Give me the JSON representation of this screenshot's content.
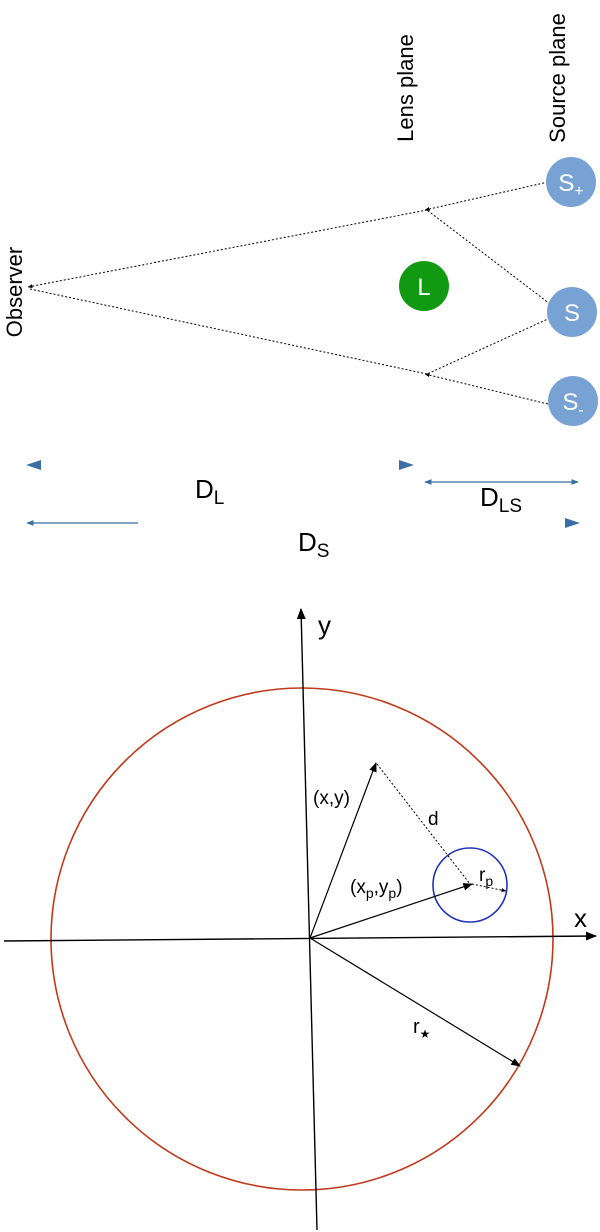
{
  "lensing_diagram": {
    "observer_label": "Observer",
    "lens_plane_label": "Lens plane",
    "source_plane_label": "Source plane",
    "lens": {
      "label": "L",
      "color": "#119911"
    },
    "source": {
      "label": "S",
      "color": "#79a2d4"
    },
    "image_plus": {
      "label": "S",
      "sub": "+"
    },
    "image_minus": {
      "label": "S",
      "sub": "-"
    },
    "distances": {
      "lens_distance": {
        "main": "D",
        "sub": "L"
      },
      "lens_source_distance": {
        "main": "D",
        "sub": "LS"
      },
      "source_distance": {
        "main": "D",
        "sub": "S"
      }
    },
    "arrow_color": "#3a6ea5"
  },
  "transit_diagram": {
    "x_axis_label": "x",
    "y_axis_label": "y",
    "point_label": "(x,y)",
    "planet_center_label": {
      "a": "(x",
      "a_sub": "p",
      "b": ",y",
      "b_sub": "p",
      "c": ")"
    },
    "distance_label": "d",
    "planet_radius_label": {
      "main": "r",
      "sub": "p"
    },
    "star_radius_label": {
      "main": "r",
      "sub": "★"
    },
    "star_color": "#c0391b",
    "planet_color": "#2233bb"
  }
}
